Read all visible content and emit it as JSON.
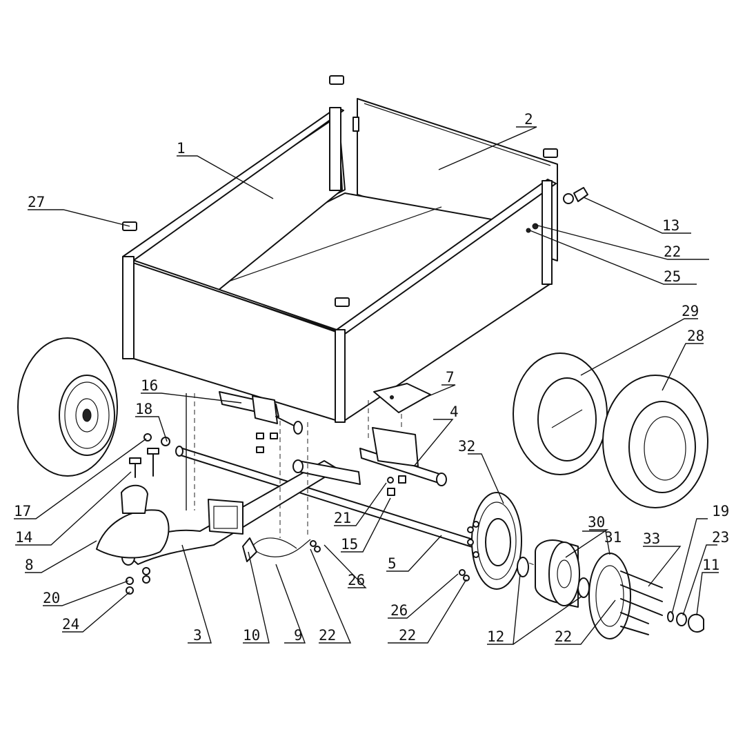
{
  "labels": [
    {
      "id": "1",
      "text": "1"
    },
    {
      "id": "2",
      "text": "2"
    },
    {
      "id": "3",
      "text": "3"
    },
    {
      "id": "4",
      "text": "4"
    },
    {
      "id": "5",
      "text": "5"
    },
    {
      "id": "7",
      "text": "7"
    },
    {
      "id": "8",
      "text": "8"
    },
    {
      "id": "9",
      "text": "9"
    },
    {
      "id": "10",
      "text": "10"
    },
    {
      "id": "11",
      "text": "11"
    },
    {
      "id": "12",
      "text": "12"
    },
    {
      "id": "13",
      "text": "13"
    },
    {
      "id": "14",
      "text": "14"
    },
    {
      "id": "15",
      "text": "15"
    },
    {
      "id": "16",
      "text": "16"
    },
    {
      "id": "17",
      "text": "17"
    },
    {
      "id": "18",
      "text": "18"
    },
    {
      "id": "19",
      "text": "19"
    },
    {
      "id": "20",
      "text": "20"
    },
    {
      "id": "21",
      "text": "21"
    },
    {
      "id": "22a",
      "text": "22"
    },
    {
      "id": "22b",
      "text": "22"
    },
    {
      "id": "22c",
      "text": "22"
    },
    {
      "id": "22d",
      "text": "22"
    },
    {
      "id": "23",
      "text": "23"
    },
    {
      "id": "24",
      "text": "24"
    },
    {
      "id": "25",
      "text": "25"
    },
    {
      "id": "26a",
      "text": "26"
    },
    {
      "id": "26b",
      "text": "26"
    },
    {
      "id": "27",
      "text": "27"
    },
    {
      "id": "28",
      "text": "28"
    },
    {
      "id": "29",
      "text": "29"
    },
    {
      "id": "30",
      "text": "30"
    },
    {
      "id": "31",
      "text": "31"
    },
    {
      "id": "32",
      "text": "32"
    },
    {
      "id": "33",
      "text": "33"
    }
  ]
}
